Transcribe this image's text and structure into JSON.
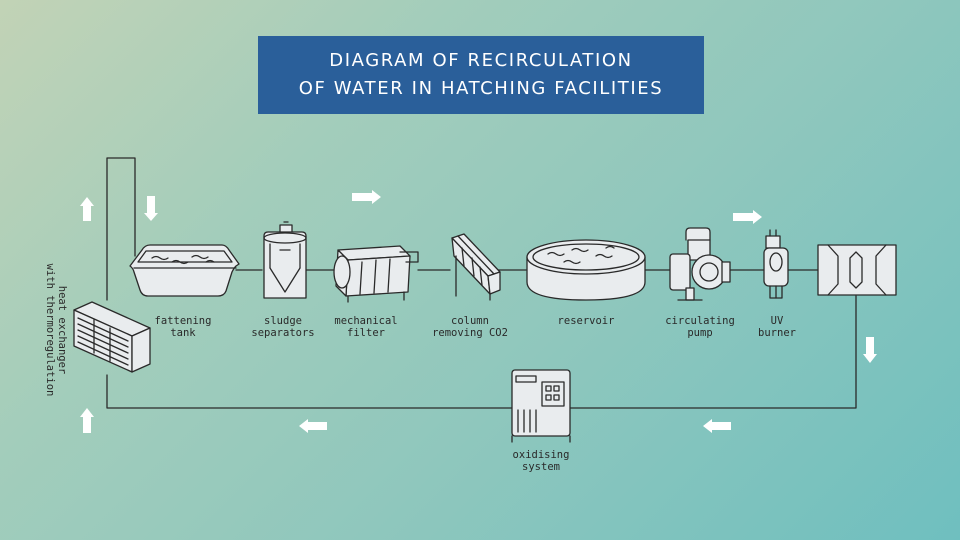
{
  "title": {
    "line1": "DIAGRAM OF RECIRCULATION",
    "line2": "OF WATER IN HATCHING FACILITIES"
  },
  "components": [
    {
      "line1": "fattening",
      "line2": "tank"
    },
    {
      "line1": "sludge",
      "line2": "separators"
    },
    {
      "line1": "mechanical",
      "line2": "filter"
    },
    {
      "line1": "column",
      "line2": "removing CO2"
    },
    {
      "line1": "reservoir",
      "line2": ""
    },
    {
      "line1": "circulating",
      "line2": "pump"
    },
    {
      "line1": "UV",
      "line2": "burner"
    },
    {
      "line1": "oxidising",
      "line2": "system"
    },
    {
      "line1": "heat exchanger",
      "line2": "with thermoregulation"
    }
  ],
  "colors": {
    "title_bg": "#2a5f9a",
    "line": "#2a2a2a",
    "equipment_fill": "#e9ecee",
    "arrow": "#ffffff"
  }
}
